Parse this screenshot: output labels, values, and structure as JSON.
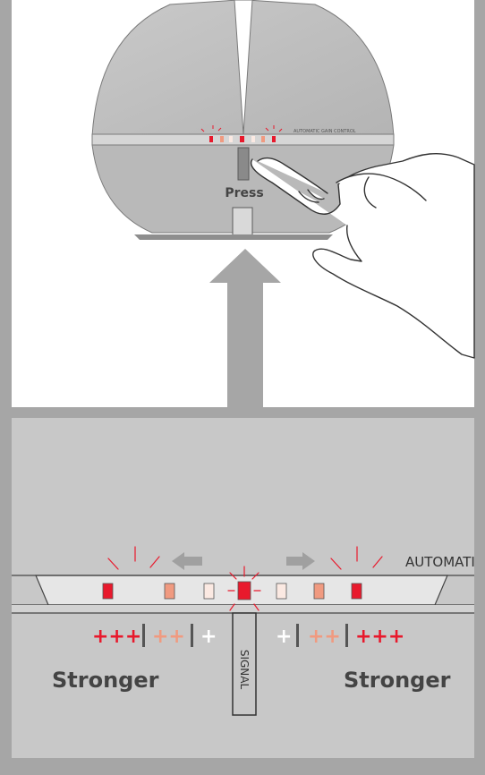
{
  "top_panel": {
    "device_label": "AUTOMATIC GAIN CONTROL",
    "press_label": "Press"
  },
  "bottom_panel": {
    "automatic_label": "AUTOMATI",
    "signal_label": "SIGNAL",
    "left_strength": {
      "strong": "+++",
      "medium": "++",
      "weak": "+"
    },
    "right_strength": {
      "strong": "+++",
      "medium": "++",
      "weak": "+"
    },
    "left_caption": "Stronger",
    "right_caption": "Stronger"
  },
  "colors": {
    "background": "#a6a6a6",
    "panel": "#ffffff",
    "bottom_panel": "#c8c8c8",
    "led_strong": "#e8192c",
    "led_medium": "#f09a80",
    "led_weak": "#fbe9e2"
  }
}
